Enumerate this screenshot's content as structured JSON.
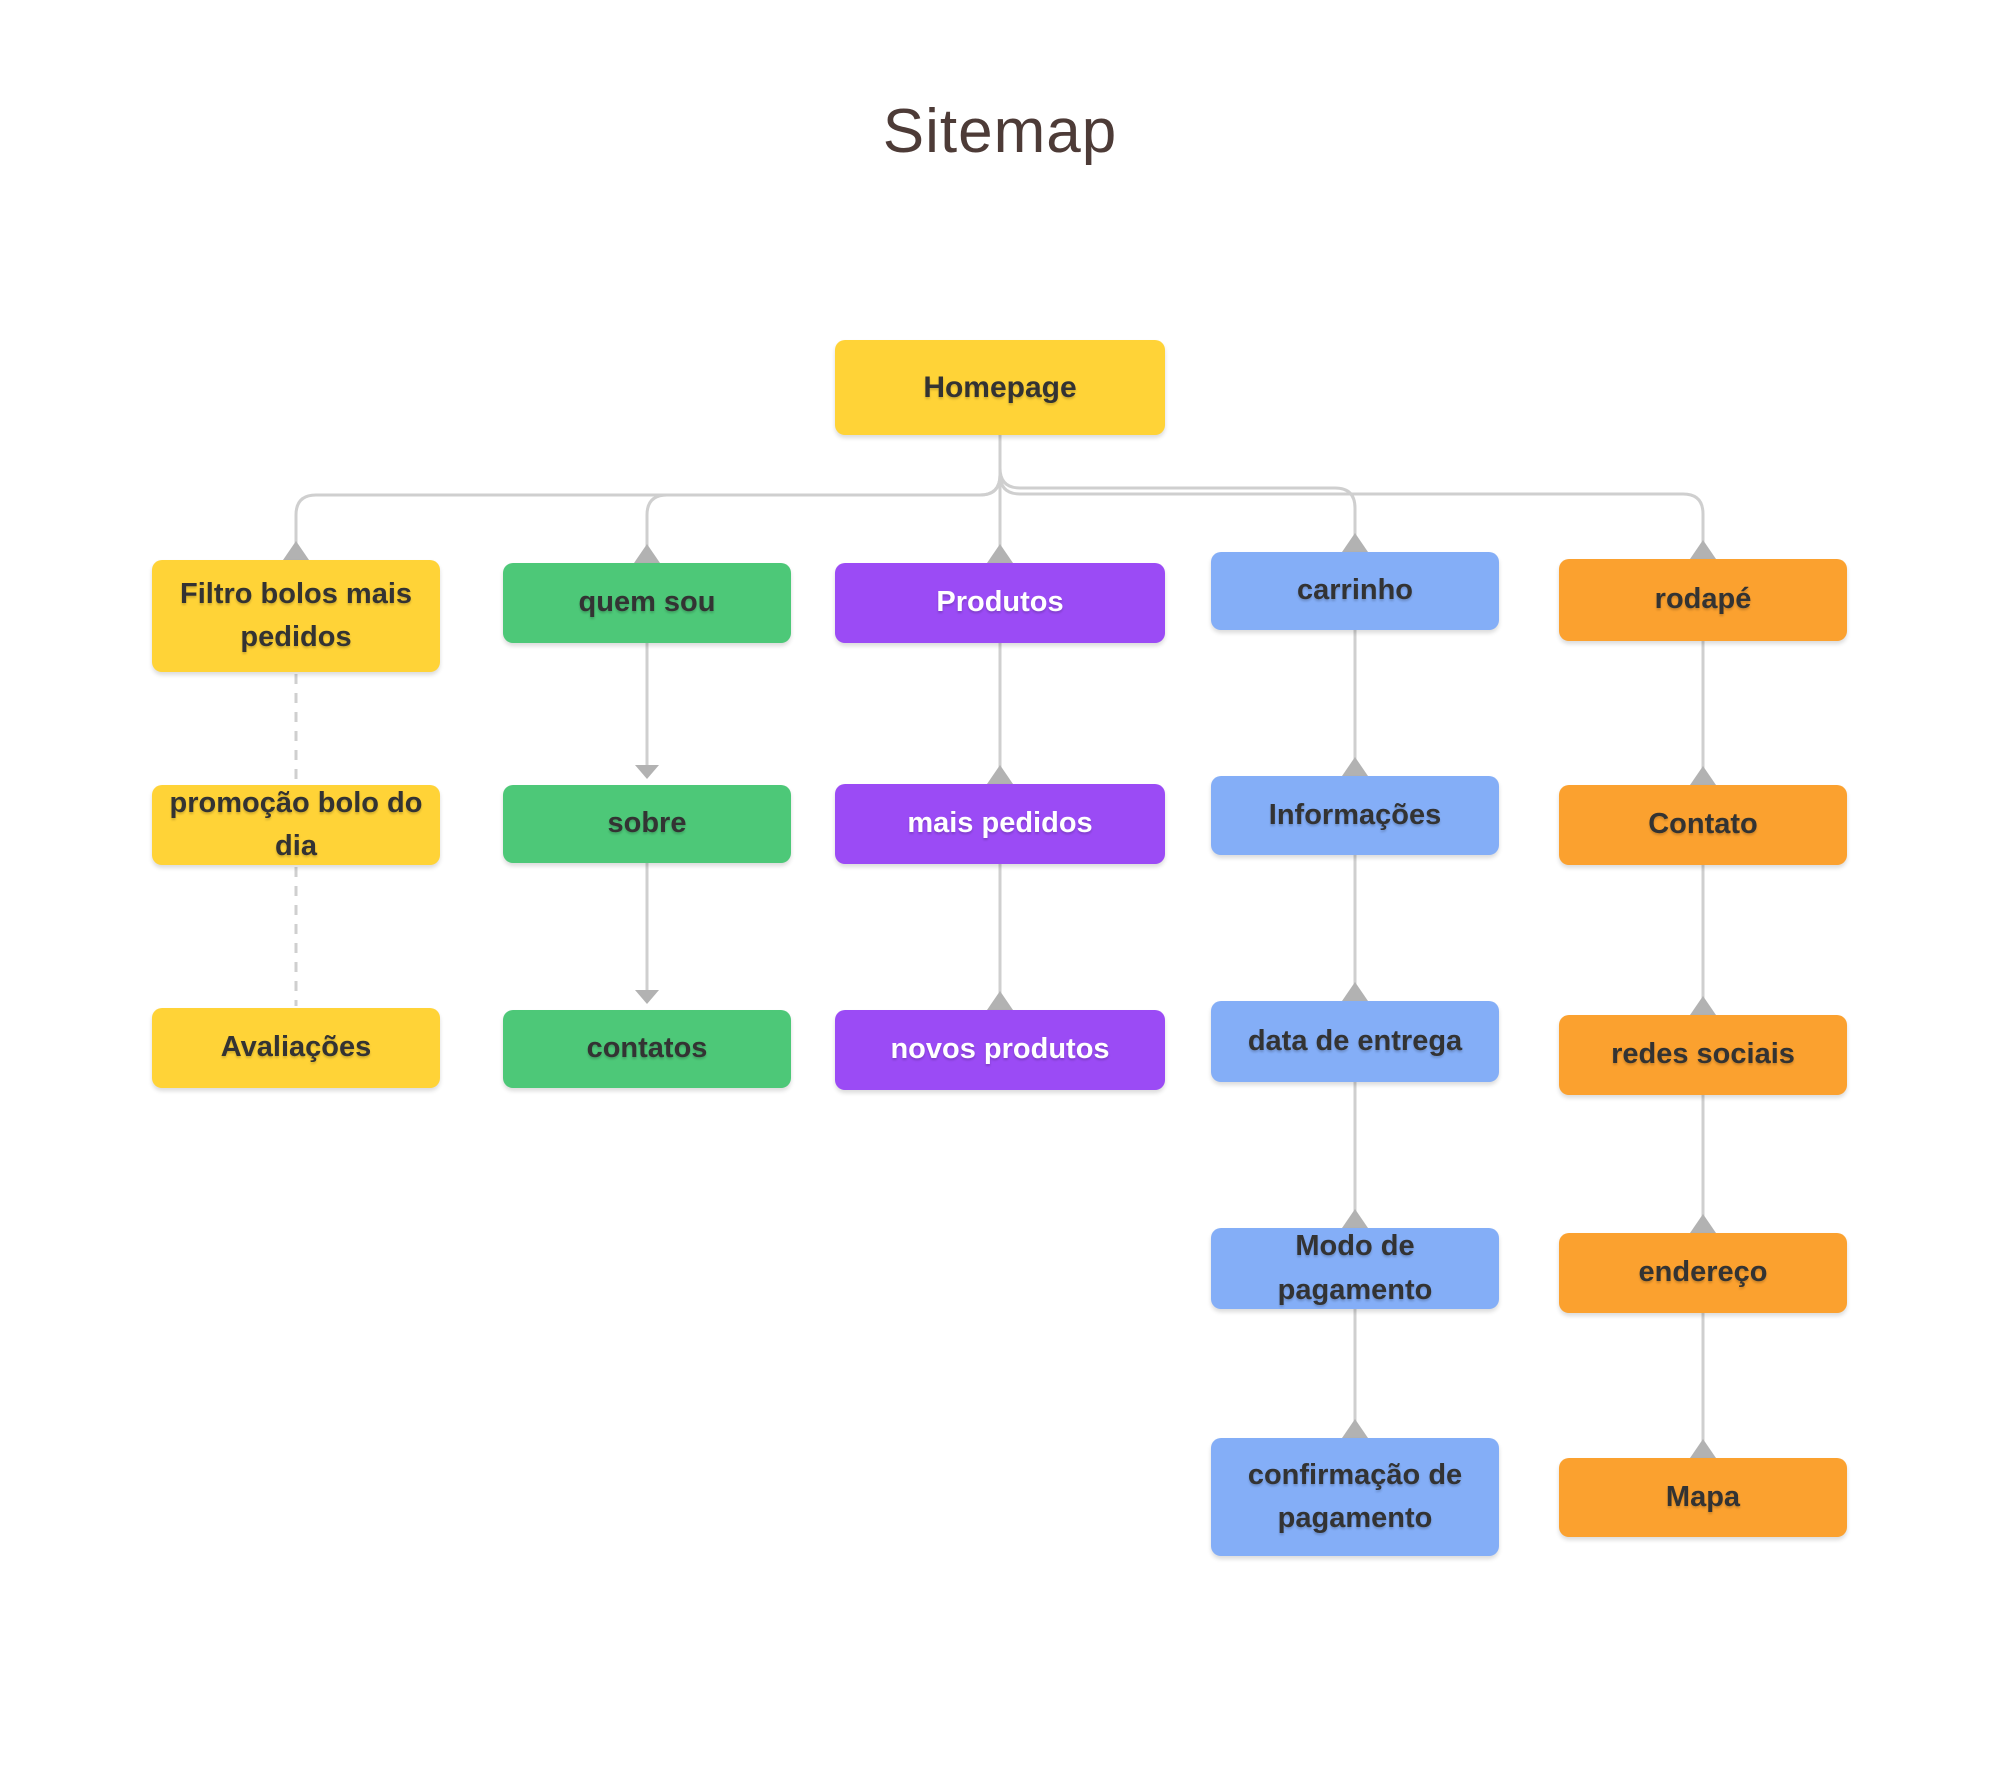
{
  "title": "Sitemap",
  "colors": {
    "yellow": "#FFD337",
    "green": "#4DC878",
    "purple": "#9B4BF5",
    "blue": "#84AEF7",
    "orange": "#FBA12F",
    "line": "#CFCFCF",
    "arrow": "#B2B2B2",
    "title_text": "#4D3B37",
    "label_dark": "#333333",
    "label_light": "#FFFFFF"
  },
  "root": {
    "label": "Homepage"
  },
  "columns": [
    {
      "name": "filtro",
      "color": "yellow",
      "link_style": "dashed",
      "nodes": [
        "Filtro bolos mais pedidos",
        "promoção bolo do dia",
        "Avaliações"
      ]
    },
    {
      "name": "quem-sou",
      "color": "green",
      "link_style": "solid-down-arrow",
      "nodes": [
        "quem sou",
        "sobre",
        "contatos"
      ]
    },
    {
      "name": "produtos",
      "color": "purple",
      "link_style": "solid-up-arrow",
      "nodes": [
        "Produtos",
        "mais pedidos",
        "novos produtos"
      ]
    },
    {
      "name": "carrinho",
      "color": "blue",
      "link_style": "solid-up-arrow",
      "nodes": [
        "carrinho",
        "Informações",
        "data de entrega",
        "Modo de pagamento",
        "confirmação de pagamento"
      ]
    },
    {
      "name": "rodape",
      "color": "orange",
      "link_style": "solid-up-arrow",
      "nodes": [
        "rodapé",
        "Contato",
        "redes sociais",
        "endereço",
        "Mapa"
      ]
    }
  ]
}
